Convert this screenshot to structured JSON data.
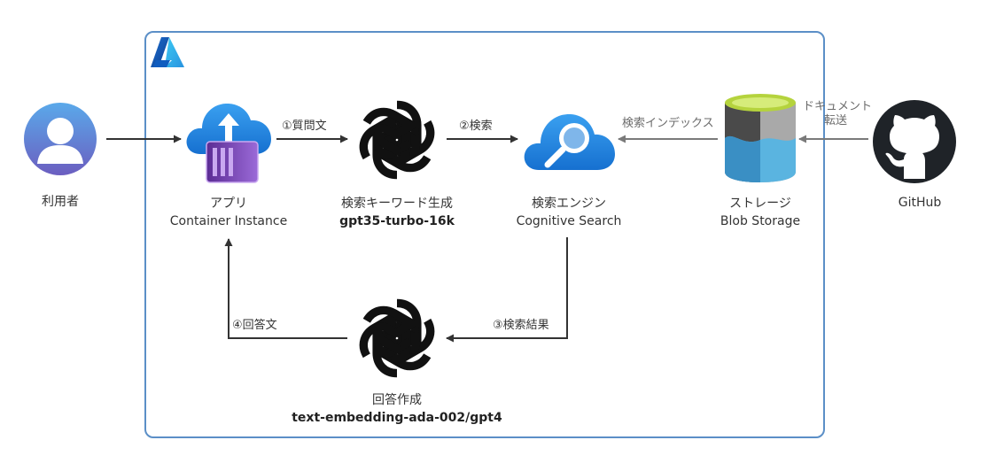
{
  "nodes": {
    "user": {
      "label": "利用者"
    },
    "app": {
      "label": "アプリ",
      "sublabel": "Container Instance"
    },
    "keyword": {
      "label": "検索キーワード生成",
      "model": "gpt35-turbo-16k"
    },
    "search": {
      "label": "検索エンジン",
      "sublabel": "Cognitive Search"
    },
    "storage": {
      "label": "ストレージ",
      "sublabel": "Blob Storage"
    },
    "github": {
      "label": "GitHub"
    },
    "answer": {
      "label": "回答作成",
      "model": "text-embedding-ada-002/gpt4"
    }
  },
  "edges": {
    "question": "①質問文",
    "search": "②検索",
    "index": "検索インデックス",
    "transfer_line1": "ドキュメント",
    "transfer_line2": "転送",
    "result": "③検索結果",
    "answer": "④回答文"
  },
  "icons": {
    "azure": "azure-logo-icon",
    "user": "user-avatar-icon",
    "app": "container-instance-icon",
    "openai": "openai-icon",
    "search": "cognitive-search-icon",
    "storage": "blob-storage-icon",
    "github": "github-icon"
  },
  "colors": {
    "frame": "#5b8fc7",
    "arrow_dark": "#333333",
    "arrow_gray": "#7a7a7a",
    "cloud": "#2f8fe0",
    "storage_green": "#b5d33d",
    "storage_blue": "#4aa8d8"
  }
}
